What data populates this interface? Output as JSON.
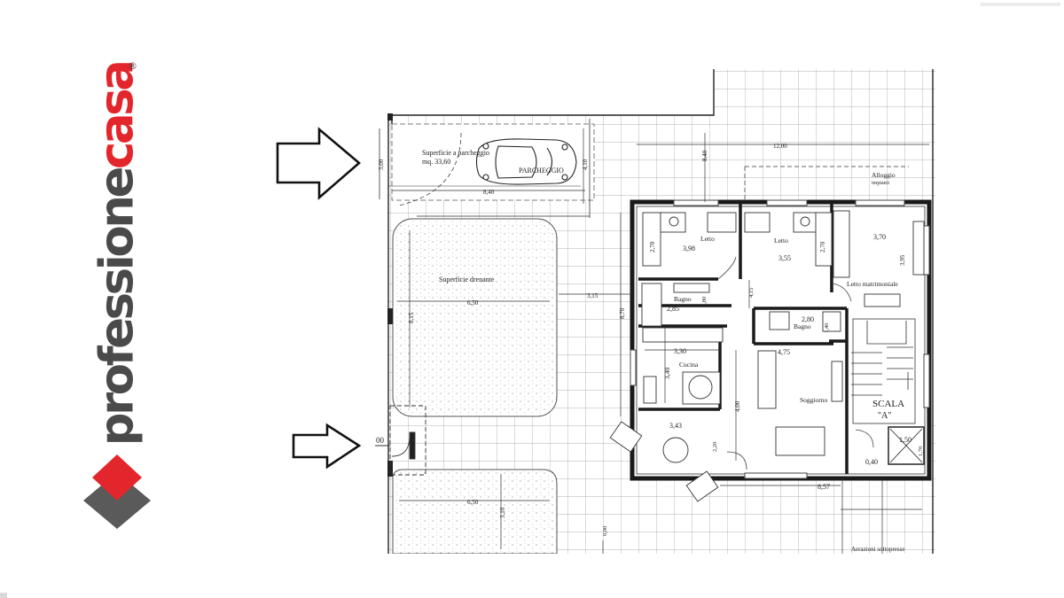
{
  "brand": {
    "name_part1": "professione",
    "name_part2": "casa",
    "registered": "®",
    "colors": {
      "gray": "#4a4a4a",
      "red": "#e3262b",
      "mark_gray": "#5a5a5a"
    }
  },
  "plan": {
    "icons": [
      "arrow-right-icon",
      "car-icon",
      "dining-table-icon",
      "bed-icon",
      "sofa-icon",
      "stair-icon"
    ],
    "areas": {
      "parking_area": "Superficie a parcheggio",
      "parking_size": "mq. 33,60",
      "parking": "PARCHEGGIO",
      "drain": "Superficie drenante",
      "plant": "Alloggio",
      "plant2": "impianti",
      "grey_water": "Aerazioni sottopresse"
    },
    "rooms": {
      "bed1": "Letto",
      "bed2": "Letto",
      "master": "Letto matrimoniale",
      "bath1": "Bagno",
      "bath2": "Bagno",
      "kitchen": "Cucina",
      "living": "Soggiorno",
      "stair": "SCALA",
      "stair_id": "\"A\""
    },
    "dimensions": {
      "d_12_00": "12,00",
      "d_8_40_top": "8,40",
      "d_8_40": "8,40",
      "d_3_00": "3,00",
      "d_4_10": "4,10",
      "d_3_98": "3,98",
      "d_3_55": "3,55",
      "d_2_70a": "2,70",
      "d_2_70b": "2,70",
      "d_3_70": "3,70",
      "d_3_95": "3,95",
      "d_6_50a": "6,50",
      "d_6_50b": "6,50",
      "d_8_15": "8,15",
      "d_3_15": "3,15",
      "d_8_70": "8,70",
      "d_2_85": "2,85",
      "d_1_80": "1,80",
      "d_4_15": "4,15",
      "d_2_80": "2,80",
      "d_3_30": "3,30",
      "d_3_40": "3,40",
      "d_4_75": "4,75",
      "d_4_00": "4,00",
      "d_3_43": "3,43",
      "d_2_20": "2,20",
      "d_8_57": "8,57",
      "d_1_50": "1,50",
      "d_1_70": "1,70",
      "d_0_40": "0,40",
      "d_3_10": "3,10",
      "d_0_00": "0,00",
      "d_00": "00",
      "d_1_40": "1,40"
    }
  }
}
